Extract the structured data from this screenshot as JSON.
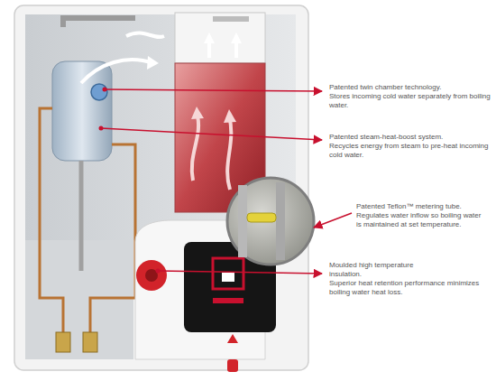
{
  "diagram": {
    "labels": [
      "Patented twin chamber technology.",
      "Stores incoming cold water separately from boiling water.",
      "Patented steam-heat-boost system.",
      "Recycles energy from steam to pre-heat incoming cold water.",
      "Patented Teflon™ metering tube.",
      "Regulates water inflow so boiling water is maintained at set temperature.",
      "Moulded high temperature insulation.",
      "Superior heat retention performance minimizes boiling water heat loss."
    ]
  }
}
